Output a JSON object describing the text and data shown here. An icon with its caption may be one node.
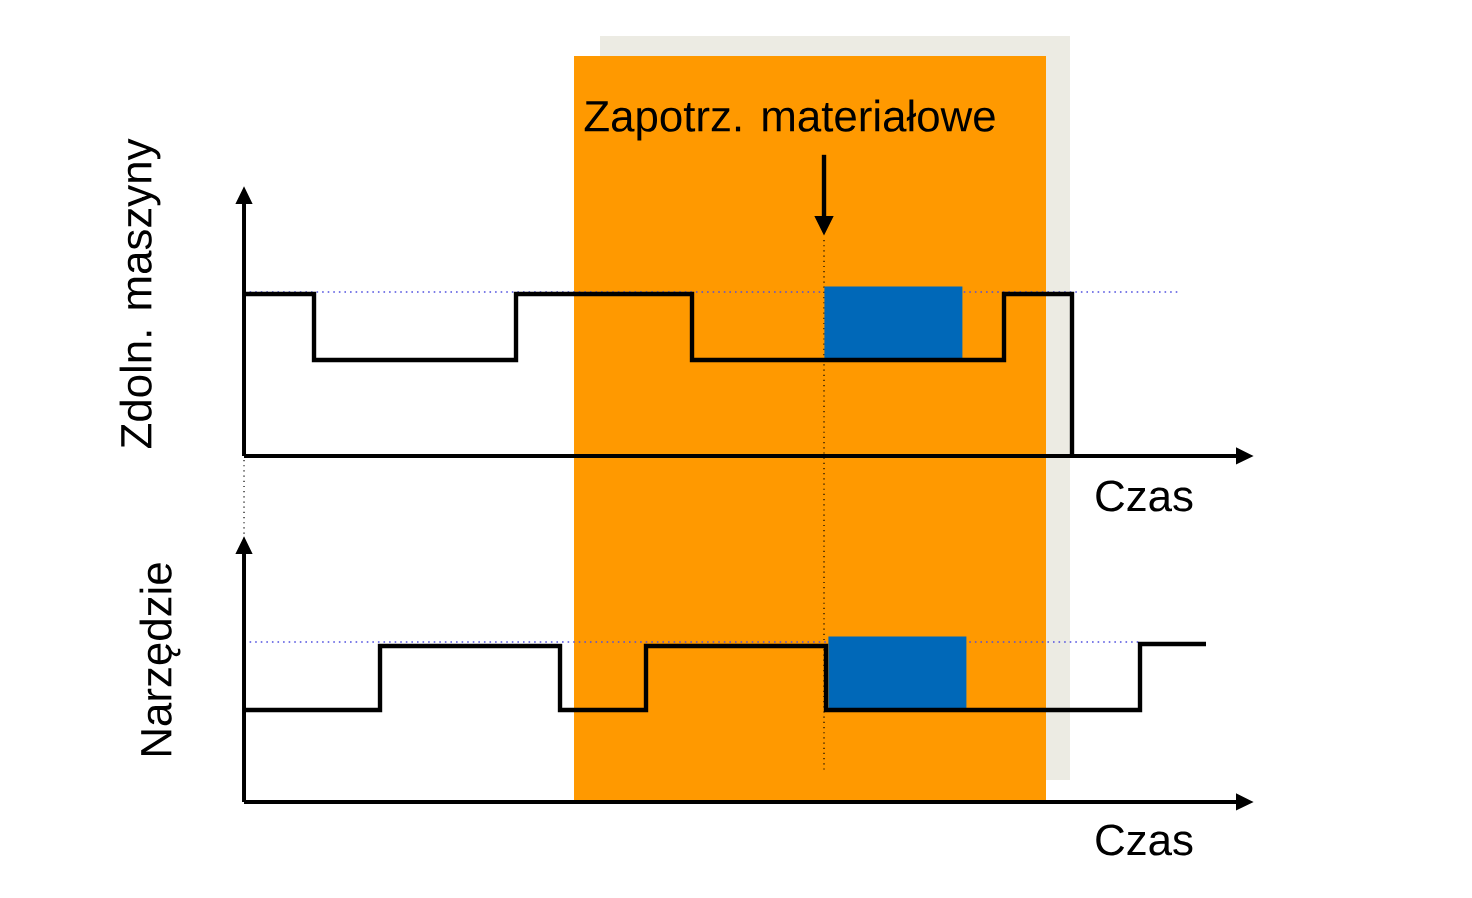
{
  "diagram": {
    "nodes": [
      {
        "text": [
          "Zapotrz. materiałowe"
        ]
      },
      {
        "text": [],
        "shape": "box"
      },
      {
        "text": [],
        "shape": "box"
      }
    ],
    "edges": [
      {
        "from": 0,
        "to": 1,
        "arrow": "to"
      }
    ],
    "labels": [
      "Zdoln. maszyny",
      "Czas",
      "Narzędzie",
      "Czas"
    ]
  }
}
